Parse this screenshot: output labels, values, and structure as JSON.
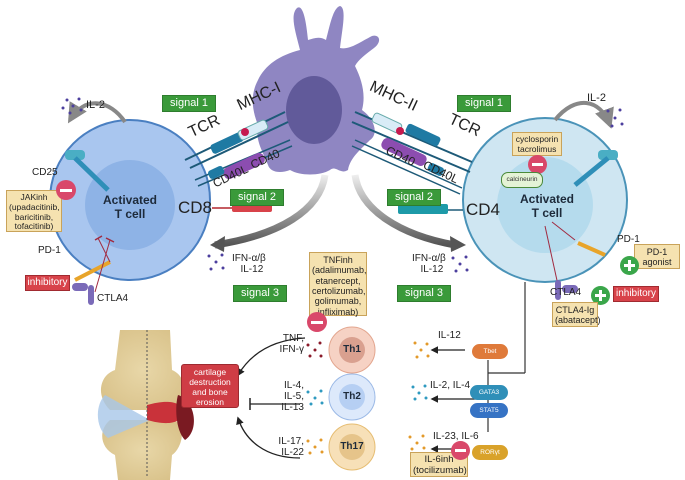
{
  "dendritic_cell": {
    "label": "dendritic-cell"
  },
  "left_cell": {
    "title_line1": "Activated",
    "title_line2": "T cell",
    "co_receptor": "CD8",
    "cytokine": "IL-2",
    "receptor": "CD25",
    "jak_label": "JAK",
    "drug": {
      "name": "JAKinh",
      "line2": "(upadacitinib,",
      "line3": "baricitinib,",
      "line4": "tofacitinib)"
    },
    "pd1": "PD-1",
    "ctla4": "CTLA4",
    "inhibitory": "inhibitory"
  },
  "right_cell": {
    "title_line1": "Activated",
    "title_line2": "T cell",
    "co_receptor": "CD4",
    "cytokine": "IL-2",
    "calcineurin": "calcineurin",
    "drug_calcineurin": {
      "line1": "cyclosporin",
      "line2": "tacrolimus"
    },
    "pd1": "PD-1",
    "pd1_agonist": {
      "line1": "PD-1",
      "line2": "agonist"
    },
    "ctla4": "CTLA4",
    "ctla4_ig": {
      "line1": "CTLA4-Ig",
      "line2": "(abatacept)"
    },
    "inhibitory": "inhibitory"
  },
  "synapse_left": {
    "mhc": "MHC-I",
    "tcr": "TCR",
    "cd40": "CD40",
    "cd40l": "CD40L"
  },
  "synapse_right": {
    "mhc": "MHC-II",
    "tcr": "TCR",
    "cd40": "CD40",
    "cd40l": "CD40L"
  },
  "signals": {
    "signal1_left": "signal 1",
    "signal1_right": "signal 1",
    "signal2_left": "signal 2",
    "signal2_right": "signal 2",
    "signal3_left": "signal 3",
    "signal3_right": "signal 3"
  },
  "cytokines_signal3": {
    "left_line1": "IFN-α/β",
    "left_line2": "IL-12",
    "right_line1": "IFN-α/β",
    "right_line2": "IL-12"
  },
  "tnf_inhibitor": {
    "line1": "TNFinh",
    "line2": "(adalimumab,",
    "line3": "etanercept,",
    "line4": "certolizumab,",
    "line5": "golimumab,",
    "line6": "infliximab)"
  },
  "helper_cells": [
    {
      "name": "Th1",
      "input": "IL-12",
      "output_line1": "TNF,",
      "output_line2": "IFN-γ",
      "output_line3": "",
      "tf": "Tbet"
    },
    {
      "name": "Th2",
      "input": "IL-2, IL-4",
      "output_line1": "IL-4,",
      "output_line2": "IL-5,",
      "output_line3": "IL-13",
      "tf": "GATA3",
      "tf2": "STAT5"
    },
    {
      "name": "Th17",
      "input": "IL-23, IL-6",
      "output_line1": "IL-17,",
      "output_line2": "IL-22",
      "output_line3": "",
      "tf": "RORγt"
    }
  ],
  "il6_inhibitor": {
    "line1": "IL-6inh",
    "line2": "(tocilizumab)"
  },
  "outcome": {
    "line1": "cartilage",
    "line2": "destruction",
    "line3": "and bone",
    "line4": "erosion"
  },
  "colors": {
    "signal_green": "#3a9a3a",
    "inhibitory_red": "#d8434a",
    "drug_tan": "#f5e2b0",
    "dc_purple": "#8f86c2",
    "cd8_cell": "#a9c6ef",
    "cd4_cell": "#cfe6f2",
    "tbet": "#df7a3a",
    "gata3": "#2f8fb8",
    "stat5": "#3673c4",
    "roryt": "#d9a22a"
  }
}
